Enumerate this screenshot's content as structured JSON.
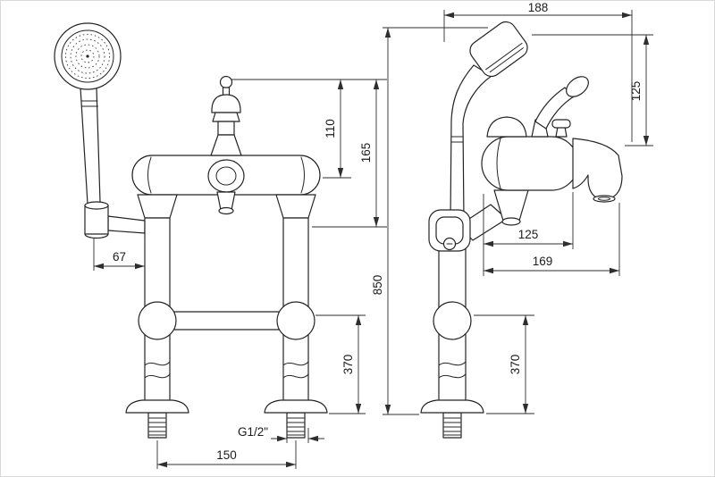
{
  "dimensions": {
    "d188": "188",
    "h165": "165",
    "h110": "110",
    "h125": "125",
    "w125": "125",
    "w169": "169",
    "h850": "850",
    "h370_front": "370",
    "h370_side": "370",
    "w67": "67",
    "w150": "150",
    "thread": "G1/2\""
  }
}
